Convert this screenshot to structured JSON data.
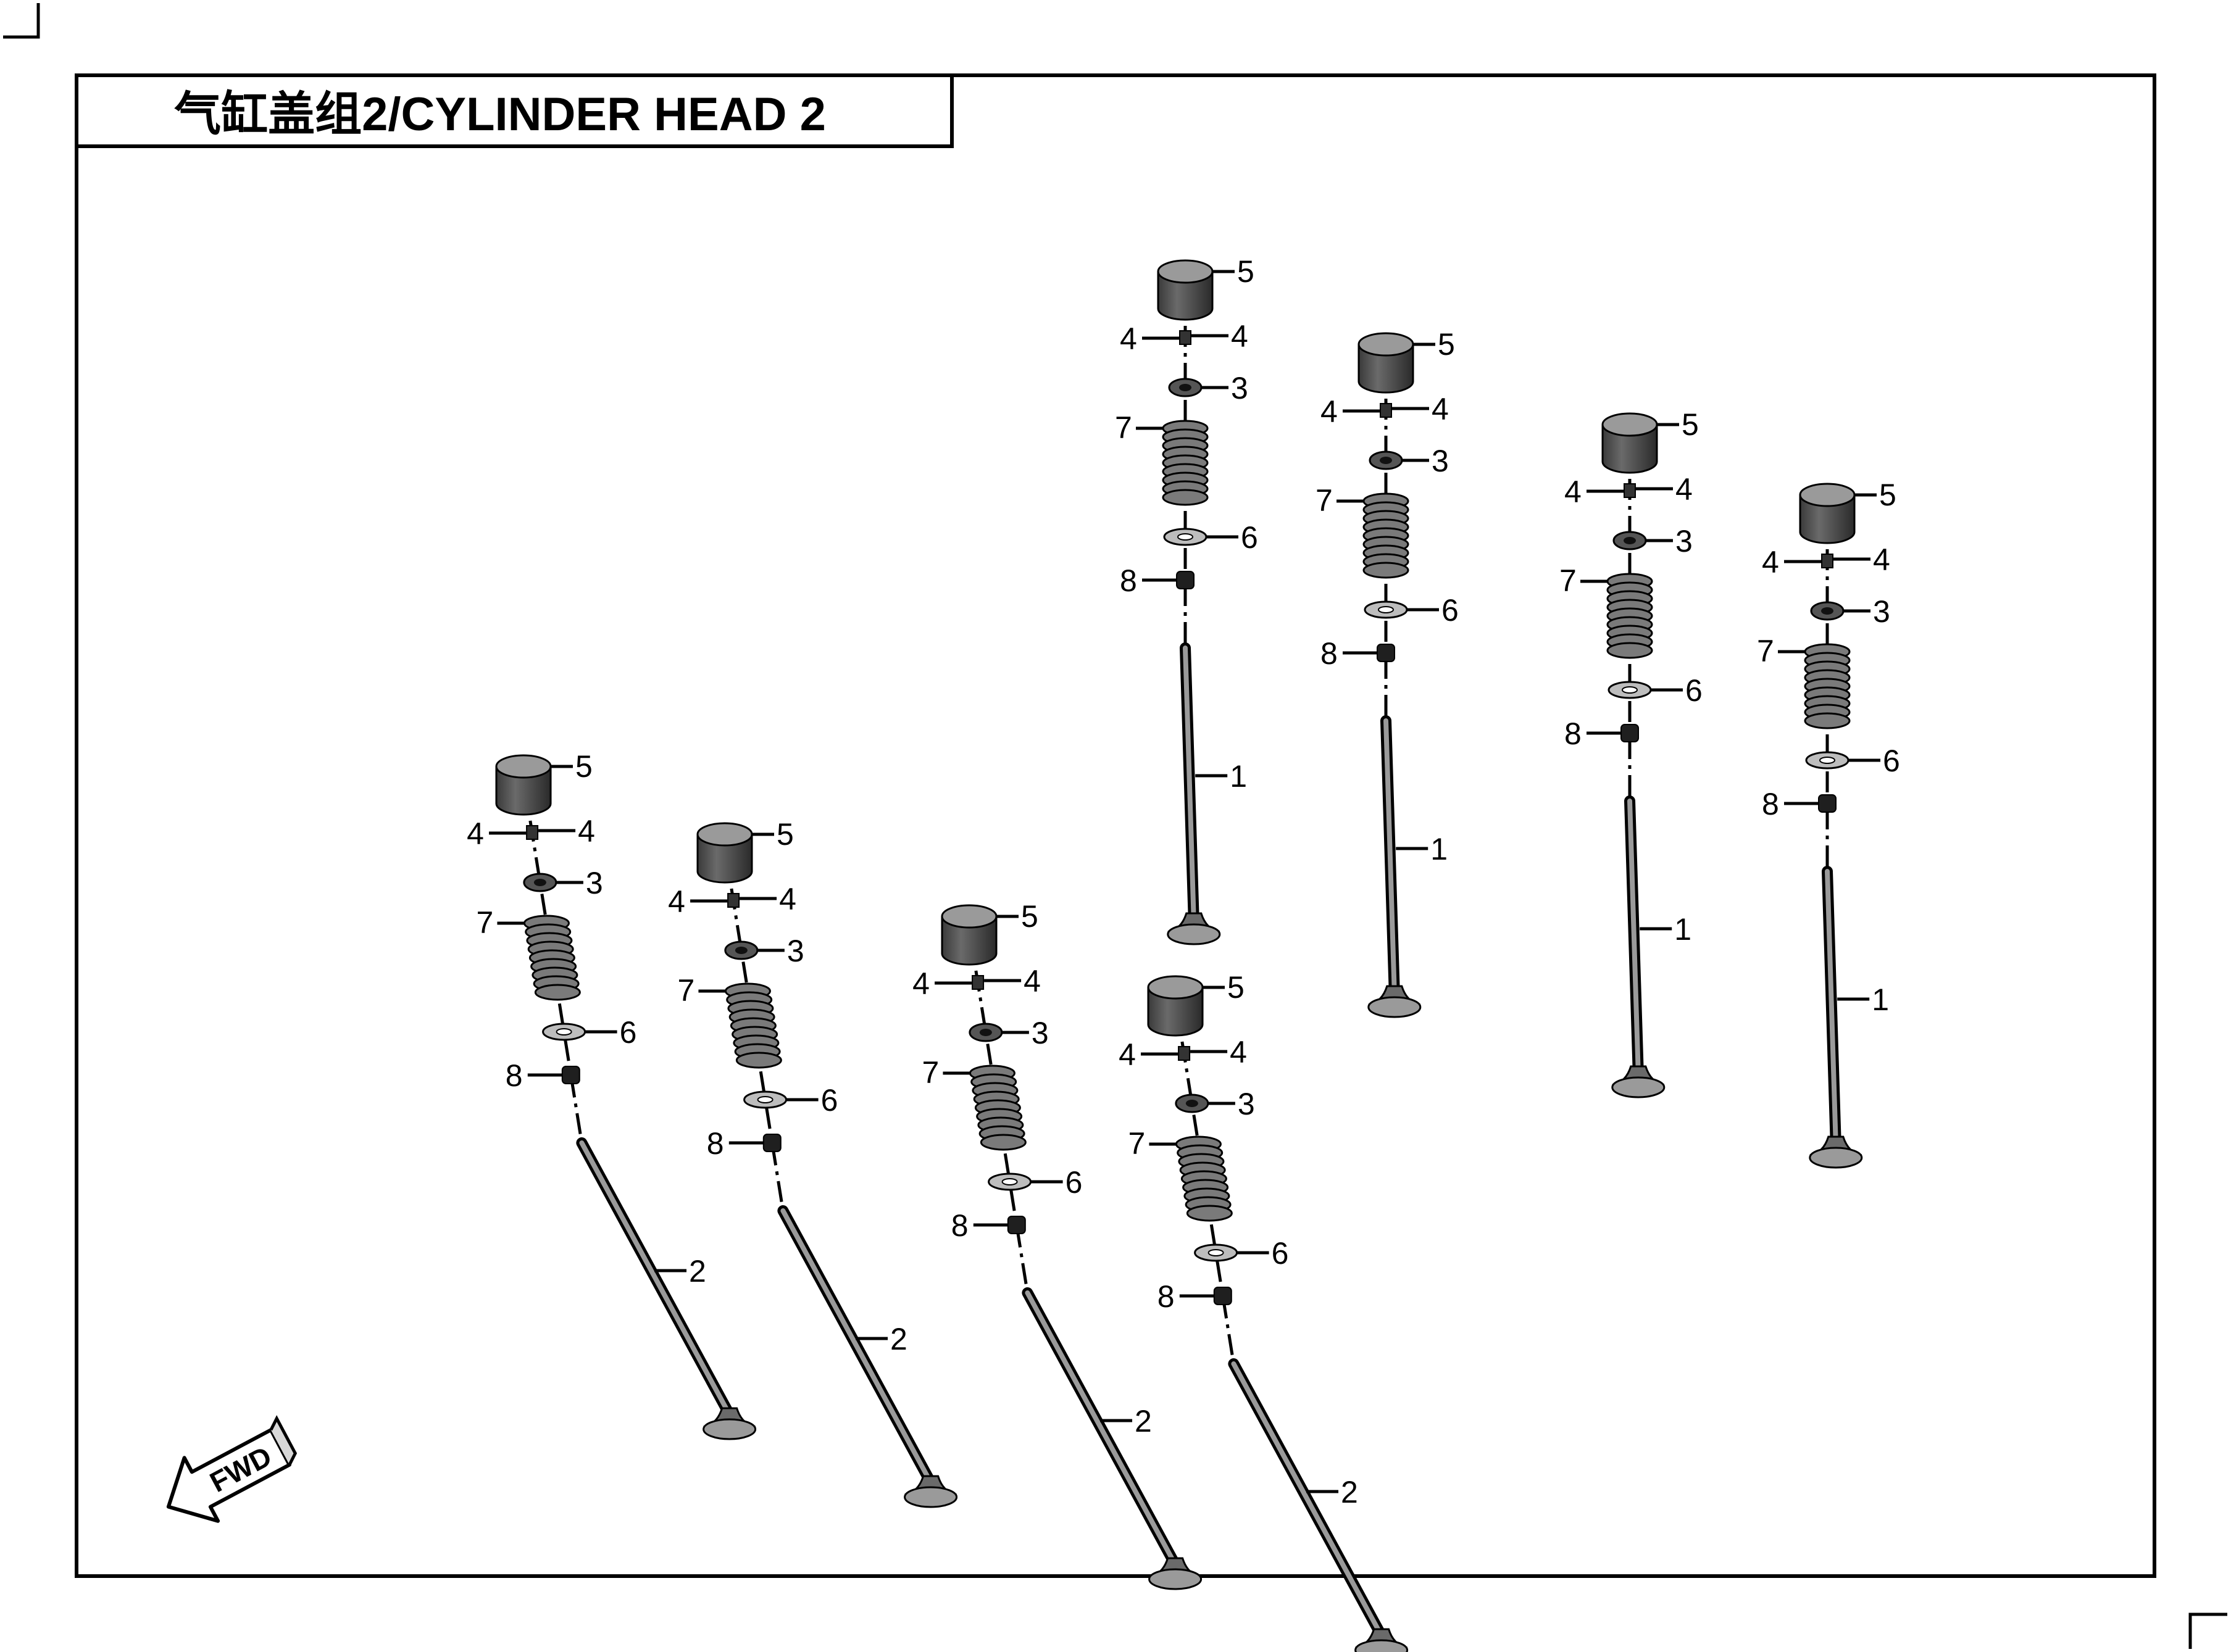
{
  "title": "气缸盖组2/CYLINDER HEAD 2",
  "fwd_label": "FWD",
  "assemblies": [
    {
      "id": "a1",
      "stem_number": "2",
      "labels": [
        "5",
        "4",
        "4",
        "3",
        "7",
        "6",
        "8",
        "2"
      ]
    },
    {
      "id": "a2",
      "stem_number": "2",
      "labels": [
        "5",
        "4",
        "4",
        "3",
        "7",
        "6",
        "8",
        "2"
      ]
    },
    {
      "id": "a3",
      "stem_number": "2",
      "labels": [
        "5",
        "4",
        "4",
        "3",
        "7",
        "6",
        "8",
        "2"
      ]
    },
    {
      "id": "a4",
      "stem_number": "2",
      "labels": [
        "5",
        "4",
        "4",
        "3",
        "7",
        "6",
        "8",
        "2"
      ]
    },
    {
      "id": "a5",
      "stem_number": "1",
      "labels": [
        "5",
        "4",
        "4",
        "3",
        "7",
        "6",
        "8",
        "1"
      ]
    },
    {
      "id": "a6",
      "stem_number": "1",
      "labels": [
        "5",
        "4",
        "4",
        "3",
        "7",
        "6",
        "8",
        "1"
      ]
    },
    {
      "id": "a7",
      "stem_number": "1",
      "labels": [
        "5",
        "4",
        "4",
        "3",
        "7",
        "6",
        "8",
        "1"
      ]
    },
    {
      "id": "a8",
      "stem_number": "1",
      "labels": [
        "5",
        "4",
        "4",
        "3",
        "7",
        "6",
        "8",
        "1"
      ]
    }
  ]
}
